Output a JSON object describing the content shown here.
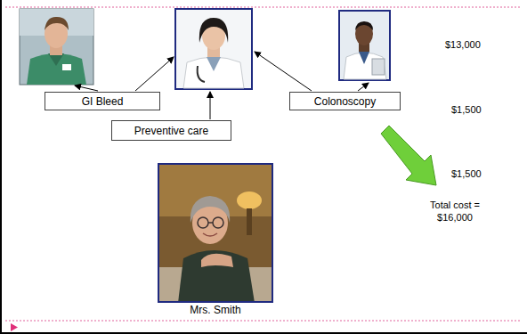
{
  "diagram": {
    "nodes": [
      {
        "text": [
          "GI Bleed"
        ]
      },
      {
        "text": [
          "Colonoscopy"
        ]
      },
      {
        "text": [
          "Preventive care"
        ]
      },
      {
        "text": [
          "Mrs. Smith"
        ]
      }
    ],
    "labels": [
      "$13,000",
      "$1,500",
      "$1,500",
      "Total cost = $16,000"
    ]
  }
}
